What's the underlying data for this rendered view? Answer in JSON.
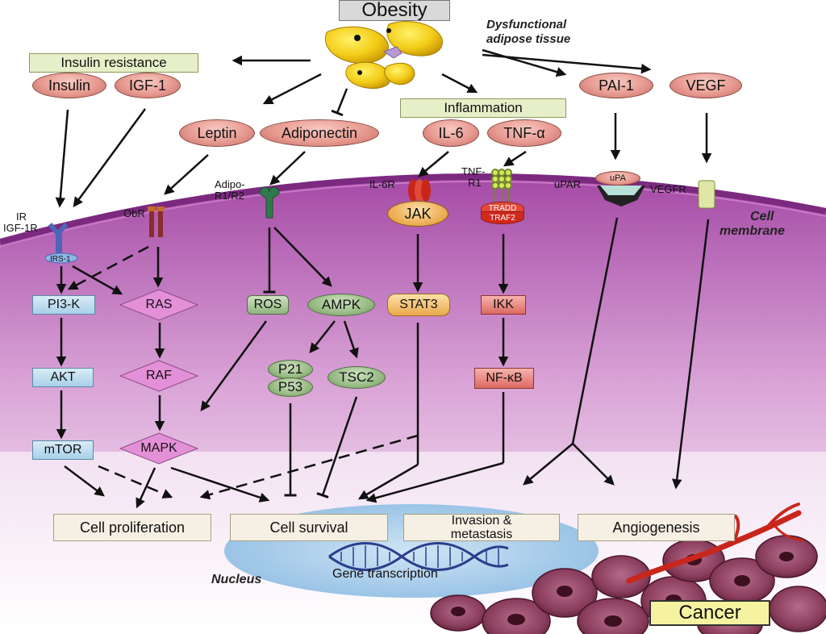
{
  "title": "Obesity",
  "dysfunctional": [
    "Dysfunctional",
    "adipose tissue"
  ],
  "groups": {
    "insulin_resistance": "Insulin resistance",
    "inflammation": "Inflammation"
  },
  "factors": {
    "insulin": "Insulin",
    "igf1": "IGF-1",
    "leptin": "Leptin",
    "adiponectin": "Adiponectin",
    "il6": "IL-6",
    "tnfa": "TNF-α",
    "pai1": "PAI-1",
    "vegf": "VEGF"
  },
  "receptors": {
    "ir": [
      "IR",
      "IGF-1R"
    ],
    "irs1": "IRS-1",
    "obr": "ObR",
    "adipor": [
      "Adipo-",
      "R1/R2"
    ],
    "il6r": "IL-6R",
    "tnfr": [
      "TNF-",
      "R1"
    ],
    "tradd": "TRADD",
    "traf2": "TRAF2",
    "upar": "uPAR",
    "upa": "uPA",
    "vegfr": "VEGFR"
  },
  "membrane": [
    "Cell",
    "membrane"
  ],
  "signals": {
    "pi3k": "PI3-K",
    "ras": "RAS",
    "ros": "ROS",
    "ampk": "AMPK",
    "jak": "JAK",
    "stat3": "STAT3",
    "ikk": "IKK",
    "akt": "AKT",
    "raf": "RAF",
    "p21": "P21",
    "p53": "P53",
    "tsc2": "TSC2",
    "nfkb": "NF-κB",
    "mtor": "mTOR",
    "mapk": "MAPK"
  },
  "outcomes": {
    "proliferation": "Cell proliferation",
    "survival": "Cell survival",
    "invasion": [
      "Invasion &",
      "metastasis"
    ],
    "angiogenesis": "Angiogenesis"
  },
  "nucleus": "Nucleus",
  "gene_transcription": "Gene transcription",
  "cancer": "Cancer",
  "colors": {
    "membrane": "#8b2f8f",
    "factor": "#e79a90",
    "pathway_blue": "#a8d0e8",
    "pathway_pink": "#e490d8",
    "pathway_green": "#8fb47c",
    "nucleus": "#a8cdea",
    "cancer_label": "#f6f3a0"
  }
}
